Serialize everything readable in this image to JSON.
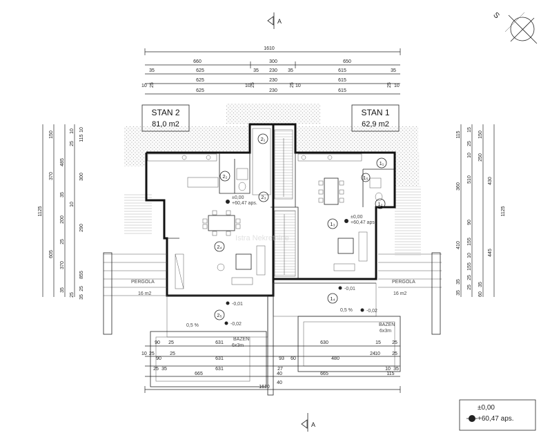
{
  "section_marker": {
    "letter": "A"
  },
  "north": {
    "letter": "S"
  },
  "units": [
    {
      "id": "stan2",
      "title": "STAN 2",
      "area": "81,0 m2"
    },
    {
      "id": "stan1",
      "title": "STAN 1",
      "area": "62,9 m2"
    }
  ],
  "dims_top": {
    "overall": "1610",
    "row2": [
      "660",
      "300",
      "650"
    ],
    "row3": [
      "35",
      "625",
      "35",
      "230",
      "35",
      "615",
      "35"
    ],
    "row4": [
      "10",
      "25",
      "625",
      "10",
      "25",
      "230",
      "25",
      "10",
      "615",
      "25",
      "10"
    ],
    "row5": [
      "625",
      "230",
      "615"
    ]
  },
  "dims_bottom": {
    "row1": [
      "90",
      "25",
      "631",
      "630",
      "15",
      "25"
    ],
    "row2": [
      "10",
      "25",
      "90",
      "25",
      "631",
      "93",
      "60",
      "480",
      "10",
      "25"
    ],
    "row3": [
      "25",
      "35",
      "631",
      "27",
      "24",
      "10",
      "35"
    ],
    "row4": [
      "665",
      "665",
      "115",
      "40"
    ],
    "overall": "1610",
    "tail": "40"
  },
  "dims_left": {
    "outer": [
      "150",
      "370",
      "605",
      "1125"
    ],
    "mid": [
      "485",
      "35",
      "200",
      "25",
      "370",
      "35",
      "10",
      "25",
      "10",
      "25"
    ],
    "inner": [
      "10",
      "115",
      "300",
      "290",
      "855",
      "25",
      "35"
    ]
  },
  "dims_right": {
    "outer": [
      "115",
      "360",
      "410",
      "1125",
      "35",
      "35"
    ],
    "mid": [
      "15",
      "25",
      "10",
      "510",
      "90",
      "155",
      "10",
      "155",
      "25",
      "25"
    ],
    "inner": [
      "150",
      "250",
      "430",
      "445",
      "35",
      "60"
    ]
  },
  "rooms": {
    "stan2": [
      "2₁",
      "2₂",
      "2₃",
      "2₄",
      "2₅"
    ],
    "stan1": [
      "1₁",
      "1₂",
      "1₃",
      "1₄",
      "1₅"
    ]
  },
  "pergola_left": {
    "name": "PERGOLA",
    "size": "16 m2"
  },
  "pergola_right": {
    "name": "PERGOLA",
    "size": "16 m2"
  },
  "pools": [
    {
      "name": "BAZEN",
      "size": "6x3m"
    },
    {
      "name": "BAZEN",
      "size": "6x3m"
    }
  ],
  "levels": {
    "floor_1": "±0,00",
    "floor_2": "+60,47 aps.",
    "step": "-0,01",
    "terrace": "-0,02",
    "slope": "0,5 %"
  },
  "legend": {
    "line1": "±0,00",
    "line2": "+60,47 aps."
  },
  "watermark": "Istra Nekretnine"
}
